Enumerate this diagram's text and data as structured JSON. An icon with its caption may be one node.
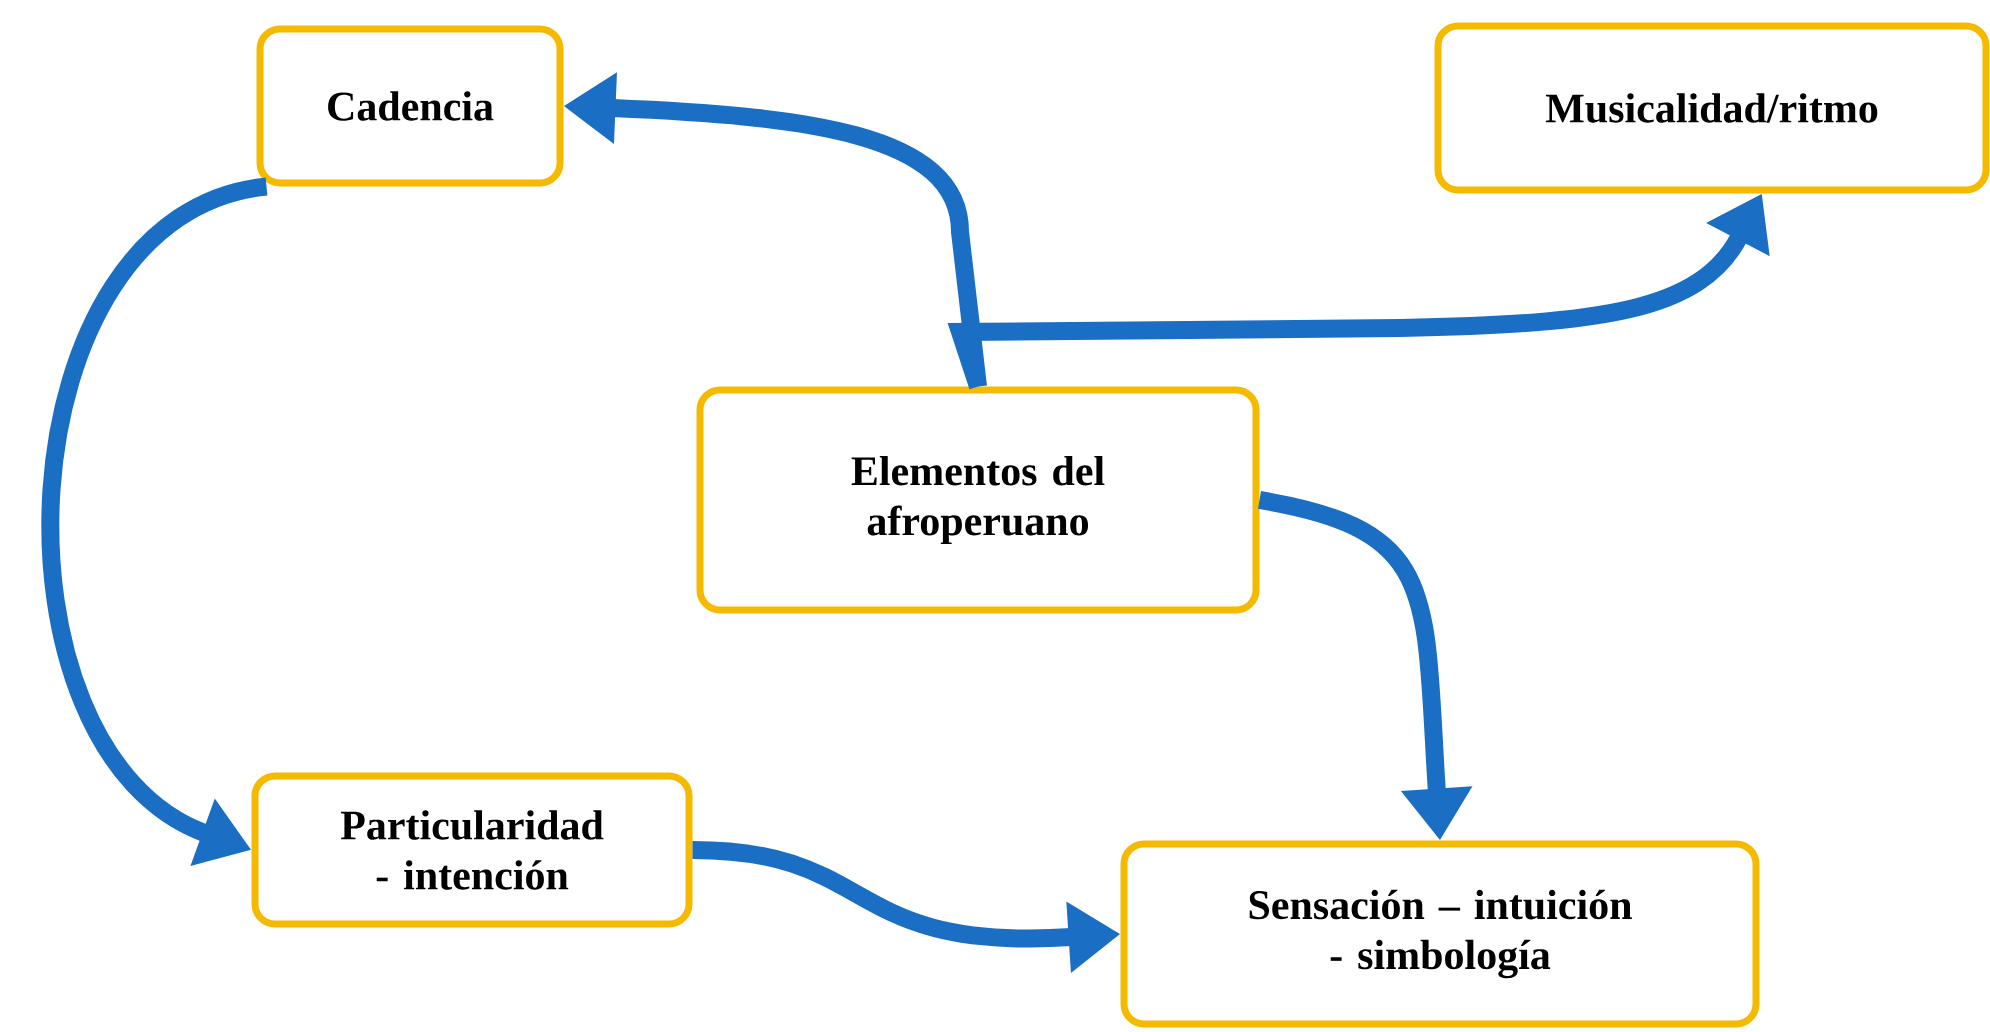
{
  "diagram": {
    "nodes": [
      {
        "text": [
          "Cadencia"
        ]
      },
      {
        "text": [
          "Musicalidad/ritmo"
        ]
      },
      {
        "text": [
          "Elementos del afroperuano"
        ]
      },
      {
        "text": [
          "Particularidad - intención"
        ]
      },
      {
        "text": [
          "Sensación – intuición - simbología"
        ]
      }
    ],
    "edges": [
      {
        "from": 2,
        "to": 0,
        "arrow": "to"
      },
      {
        "from": 2,
        "to": 1,
        "arrow": "to"
      },
      {
        "from": 0,
        "to": 3,
        "arrow": "to"
      },
      {
        "from": 2,
        "to": 4,
        "arrow": "to"
      },
      {
        "from": 3,
        "to": 4,
        "arrow": "to"
      }
    ]
  }
}
